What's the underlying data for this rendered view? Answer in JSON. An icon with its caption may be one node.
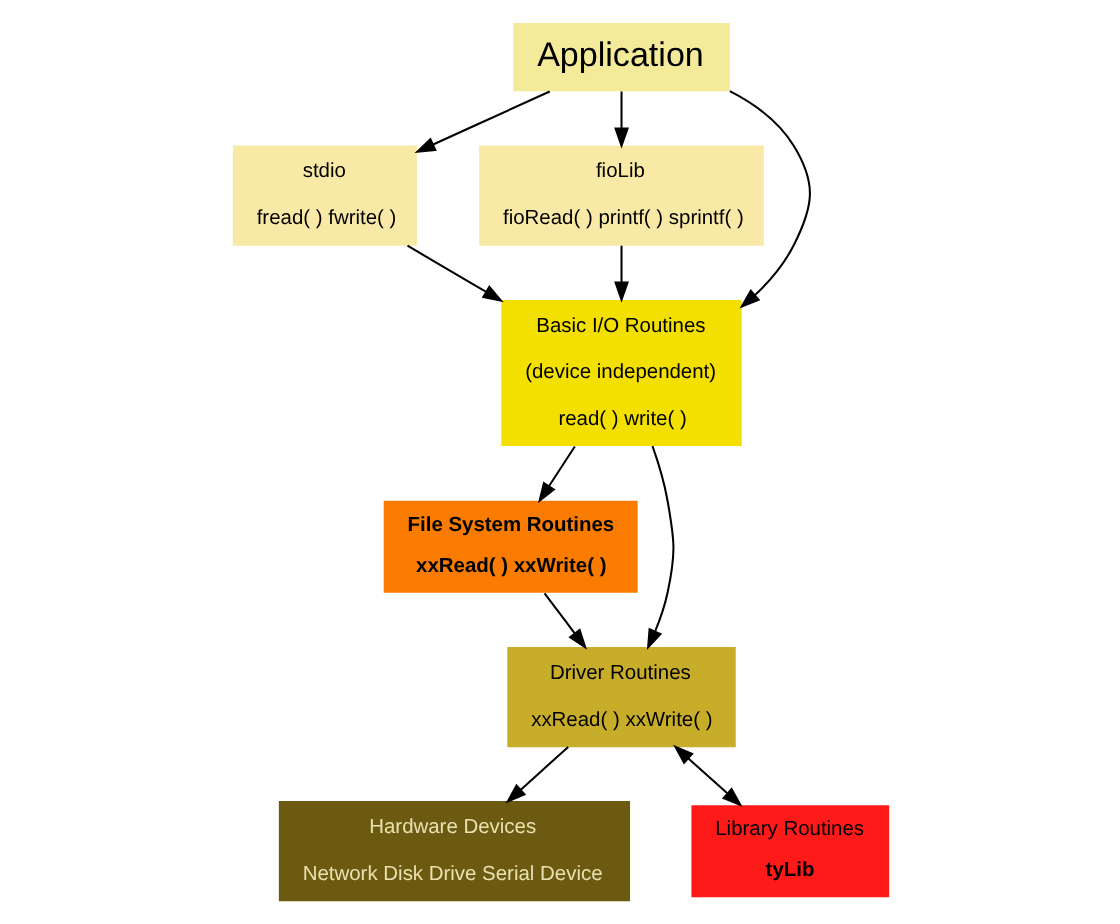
{
  "diagram": {
    "nodes": [
      {
        "text": [
          "Application"
        ]
      },
      {
        "text": [
          "stdio",
          "fread( ) fwrite( )"
        ]
      },
      {
        "text": [
          "fioLib",
          "fioRead( ) printf( ) sprintf( )"
        ]
      },
      {
        "text": [
          "Basic I/O Routines",
          "(device independent)",
          "read( ) write( )"
        ]
      },
      {
        "text": [
          "File System Routines",
          "xxRead( ) xxWrite( )"
        ]
      },
      {
        "text": [
          "Driver Routines",
          "xxRead( ) xxWrite( )"
        ]
      },
      {
        "text": [
          "Hardware Devices",
          "Network Disk Drive Serial Device"
        ]
      },
      {
        "text": [
          "Library Routines",
          "tyLib"
        ]
      }
    ],
    "edges": [
      {
        "from": 0,
        "to": 1,
        "arrow": "to"
      },
      {
        "from": 0,
        "to": 2,
        "arrow": "to"
      },
      {
        "from": 0,
        "to": 3,
        "arrow": "to"
      },
      {
        "from": 1,
        "to": 3,
        "arrow": "to"
      },
      {
        "from": 2,
        "to": 3,
        "arrow": "to"
      },
      {
        "from": 3,
        "to": 5,
        "arrow": "to"
      },
      {
        "from": 3,
        "to": 4,
        "arrow": "to"
      },
      {
        "from": 4,
        "to": 5,
        "arrow": "to"
      },
      {
        "from": 5,
        "to": 6,
        "arrow": "to"
      },
      {
        "from": 5,
        "to": 7,
        "arrow": "both"
      }
    ]
  }
}
